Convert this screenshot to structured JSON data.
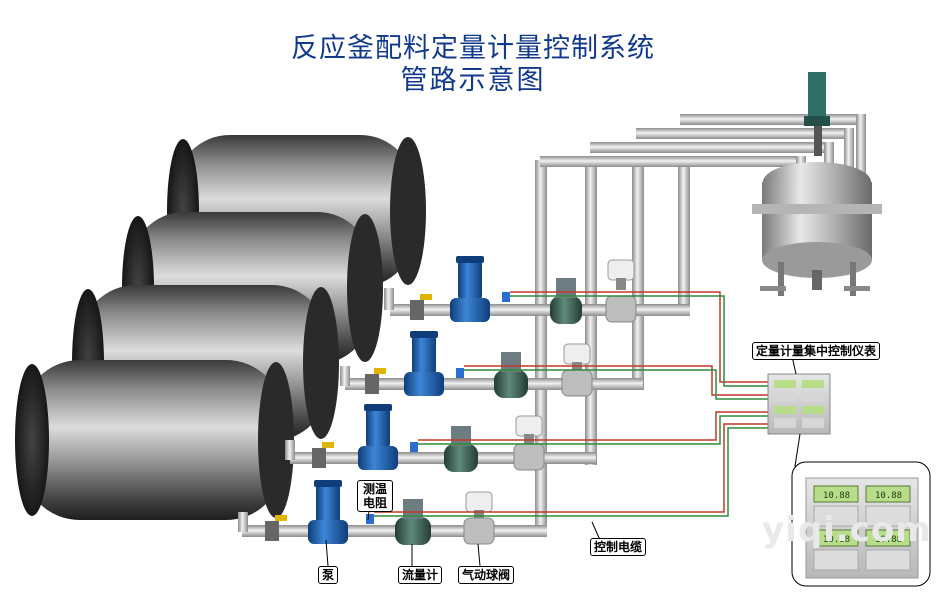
{
  "title": {
    "line1": "反应釜配料定量计量控制系统",
    "line2": "管路示意图"
  },
  "labels": {
    "temperature_sensor": "测温电阻",
    "pump": "泵",
    "flow_meter": "流量计",
    "ball_valve": "气动球阀",
    "cable": "控制电缆",
    "control_panel": "定量计量集中控制仪表"
  },
  "panel_display": {
    "readout": "10.88"
  },
  "watermark": "yiqi.com",
  "colors": {
    "title": "#123a8c",
    "pipe": "#c8c8c8",
    "pump_blue": "#1f5fae",
    "valve_green": "#3b5e52",
    "cable_red": "#c0392b",
    "cable_green": "#2e8b3d",
    "lcd_green": "#b7dc8a"
  },
  "icons": [
    "storage-tank-icon",
    "pump-icon",
    "flow-meter-icon",
    "ball-valve-icon",
    "reactor-icon",
    "control-panel-icon"
  ]
}
